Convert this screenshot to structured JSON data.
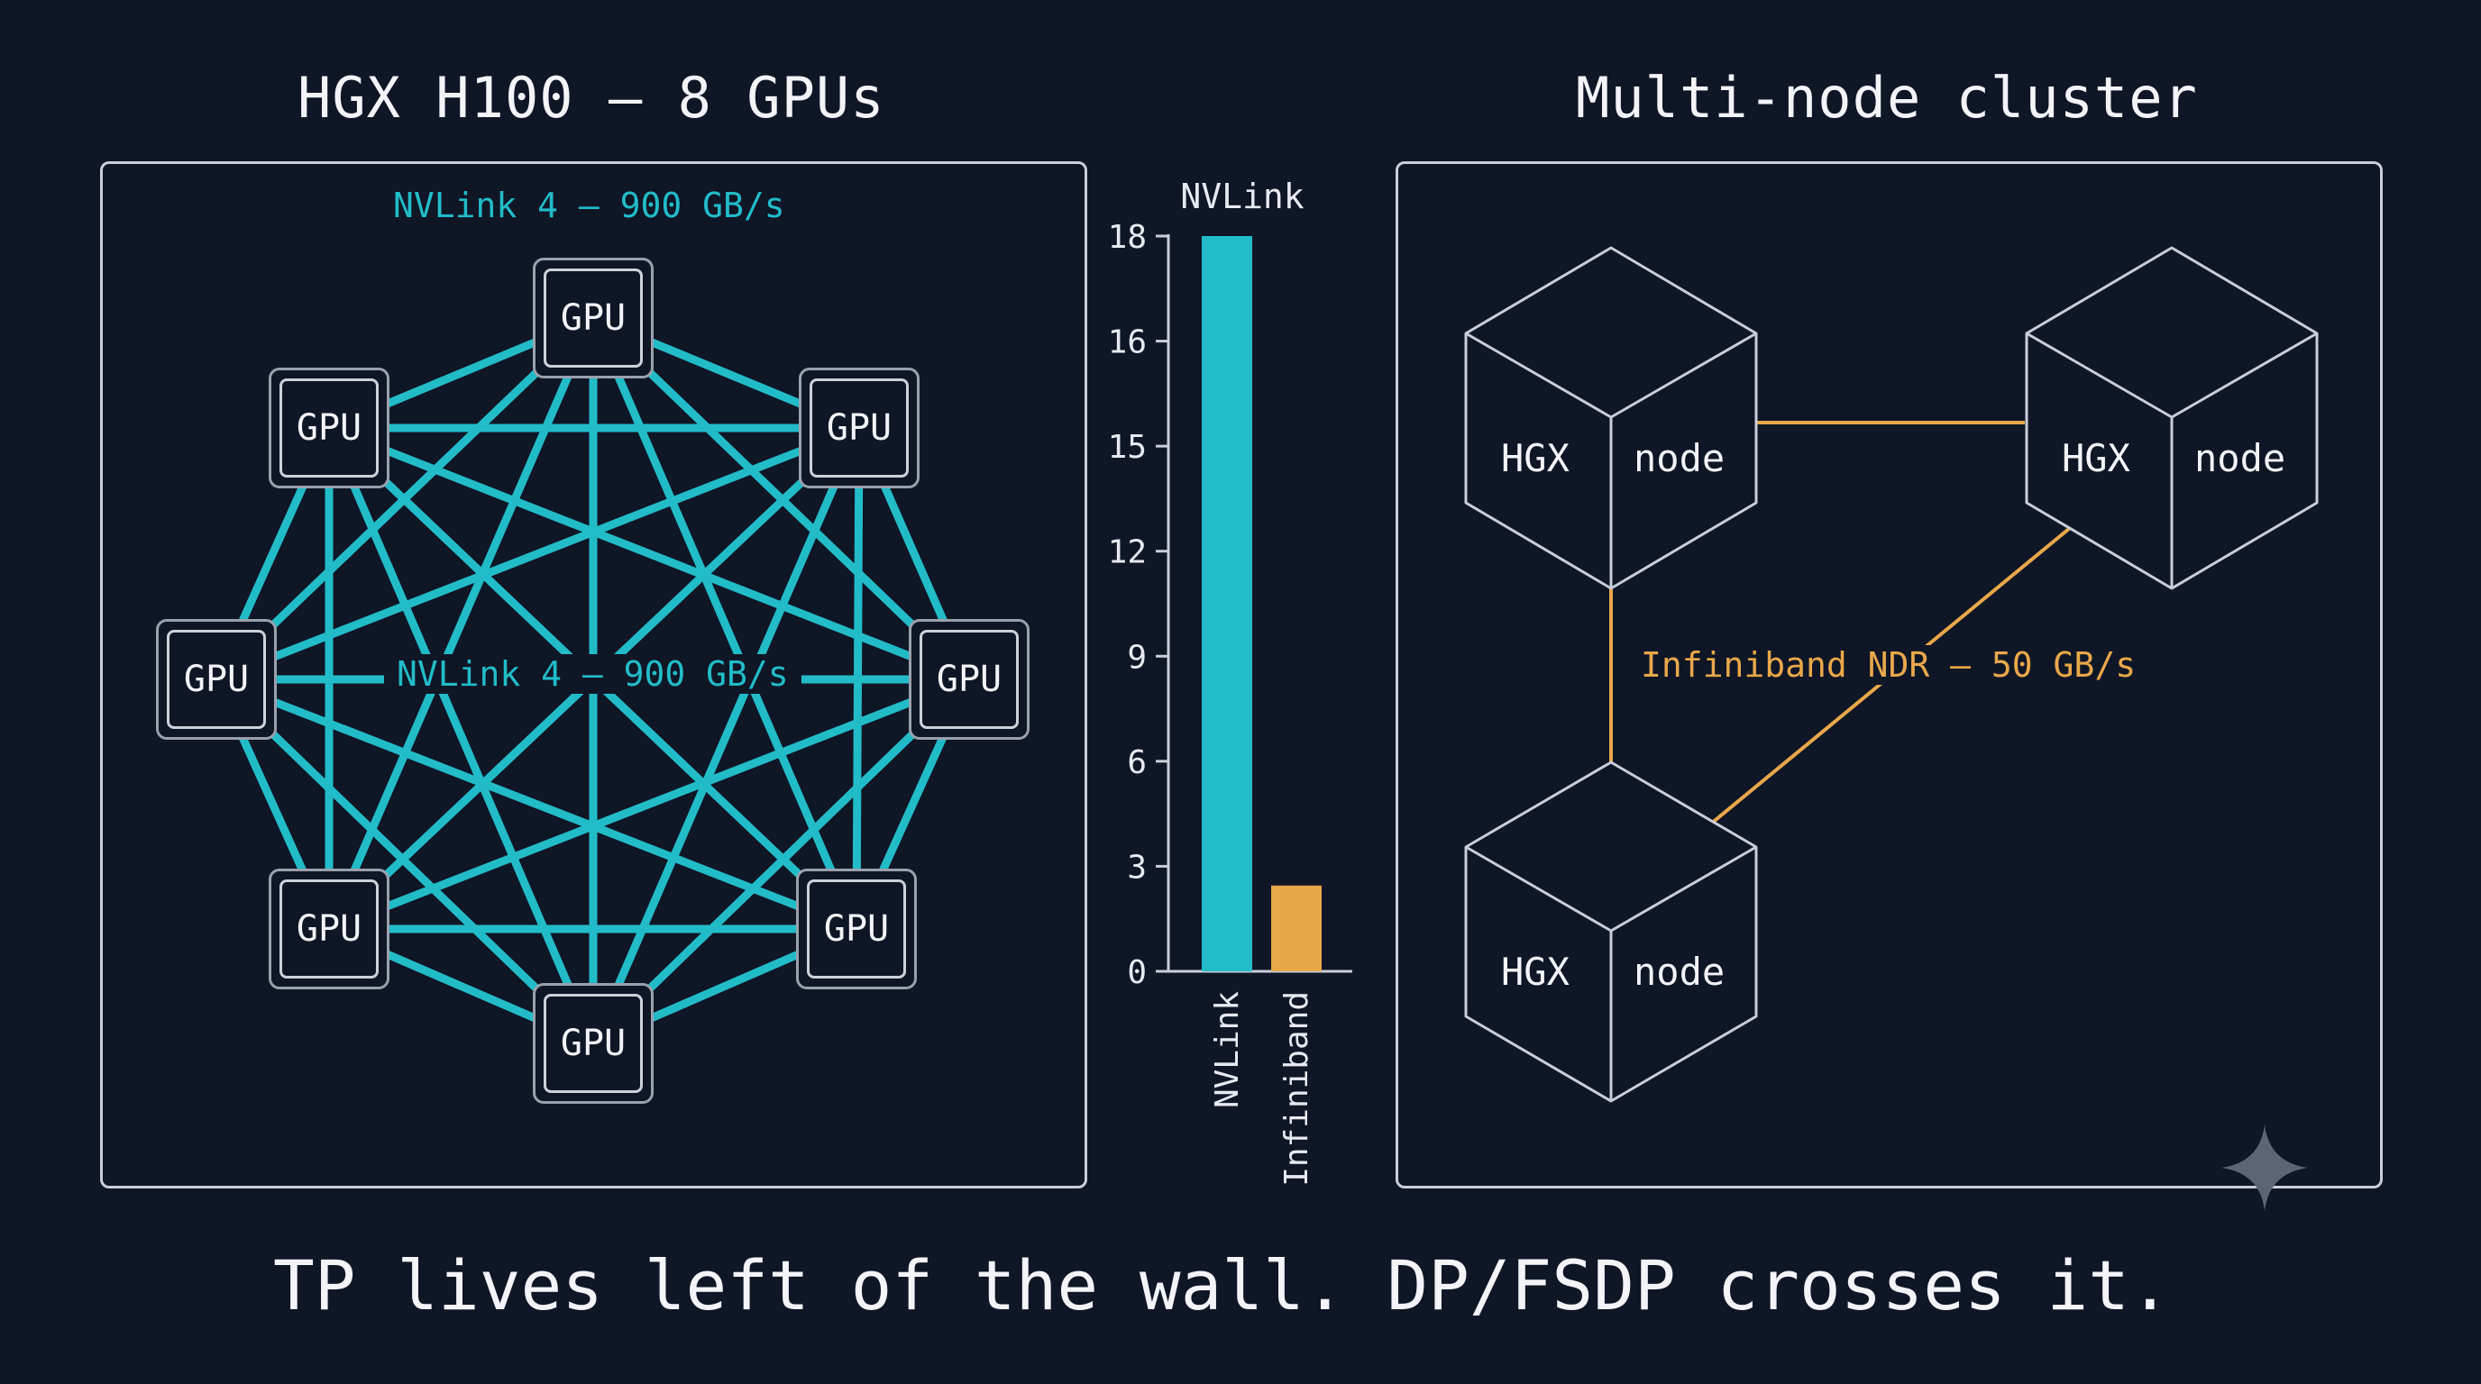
{
  "left": {
    "title": "HGX H100 — 8 GPUs",
    "nvlink_top_label": "NVLink 4 — 900 GB/s",
    "nvlink_center_label": "NVLink 4 — 900 GB/s",
    "gpu_label": "GPU",
    "gpu_count": 8
  },
  "right": {
    "title": "Multi-node cluster",
    "link_label": "Infiniband NDR — 50 GB/s",
    "nodes": [
      {
        "left": "HGX",
        "right": "node"
      },
      {
        "left": "HGX",
        "right": "node"
      },
      {
        "left": "HGX",
        "right": "node"
      }
    ]
  },
  "chart_data": {
    "type": "bar",
    "title": "NVLink",
    "categories": [
      "NVLink",
      "Infiniband"
    ],
    "values": [
      18,
      2.1
    ],
    "colors": [
      "#22bcc9",
      "#e8a84a"
    ],
    "yticks": [
      "0",
      "3",
      "6",
      "9",
      "12",
      "15",
      "16",
      "18"
    ],
    "ylim": [
      0,
      18
    ],
    "grid": false
  },
  "caption": "TP lives left of the wall. DP/FSDP crosses it.",
  "colors": {
    "background": "#0f1626",
    "nvlink": "#22bcc9",
    "infiniband": "#e8a84a",
    "outline": "#c9ced8"
  },
  "icons": [
    "sparkle-icon"
  ]
}
